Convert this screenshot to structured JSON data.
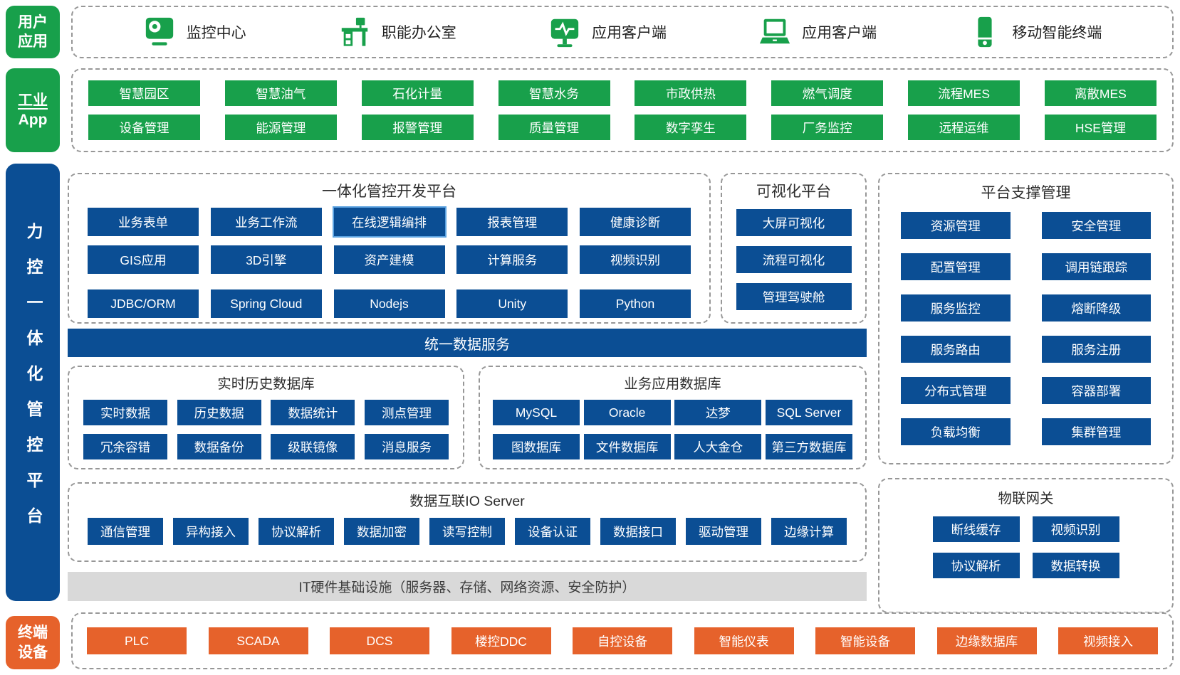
{
  "colors": {
    "green": "#18a04b",
    "blue": "#0b4e94",
    "orange": "#e6622b",
    "gray": "#d9d9d9",
    "dash": "#979797",
    "highlight": "#5ba2e0",
    "text_dark": "#2d2d2d"
  },
  "badges": {
    "user_line1": "用户",
    "user_line2": "应用",
    "industry_line1": "工业",
    "industry_line2": "App",
    "platform_vertical": "力控一体化管控平台",
    "terminal_line1": "终端",
    "terminal_line2": "设备"
  },
  "user_apps": {
    "items": [
      {
        "icon": "monitor-camera-icon",
        "label": "监控中心"
      },
      {
        "icon": "office-desk-icon",
        "label": "职能办公室"
      },
      {
        "icon": "monitor-pulse-icon",
        "label": "应用客户端"
      },
      {
        "icon": "laptop-icon",
        "label": "应用客户端"
      },
      {
        "icon": "smartphone-icon",
        "label": "移动智能终端"
      }
    ]
  },
  "industry_apps": {
    "row1": [
      "智慧园区",
      "智慧油气",
      "石化计量",
      "智慧水务",
      "市政供热",
      "燃气调度",
      "流程MES",
      "离散MES"
    ],
    "row2": [
      "设备管理",
      "能源管理",
      "报警管理",
      "质量管理",
      "数字孪生",
      "厂务监控",
      "远程运维",
      "HSE管理"
    ]
  },
  "dev_platform": {
    "title": "一体化管控开发平台",
    "row1": [
      "业务表单",
      "业务工作流",
      "在线逻辑编排",
      "报表管理",
      "健康诊断"
    ],
    "row2": [
      "GIS应用",
      "3D引擎",
      "资产建模",
      "计算服务",
      "视频识别"
    ],
    "row3": [
      "JDBC/ORM",
      "Spring Cloud",
      "Nodejs",
      "Unity",
      "Python"
    ]
  },
  "visualization": {
    "title": "可视化平台",
    "items": [
      "大屏可视化",
      "流程可视化",
      "管理驾驶舱"
    ]
  },
  "support": {
    "title": "平台支撑管理",
    "items": [
      "资源管理",
      "安全管理",
      "配置管理",
      "调用链跟踪",
      "服务监控",
      "熔断降级",
      "服务路由",
      "服务注册",
      "分布式管理",
      "容器部署",
      "负载均衡",
      "集群管理"
    ]
  },
  "unified_data_service": "统一数据服务",
  "realtime_db": {
    "title": "实时历史数据库",
    "row1": [
      "实时数据",
      "历史数据",
      "数据统计",
      "测点管理"
    ],
    "row2": [
      "冗余容错",
      "数据备份",
      "级联镜像",
      "消息服务"
    ]
  },
  "business_db": {
    "title": "业务应用数据库",
    "row1": [
      "MySQL",
      "Oracle",
      "达梦",
      "SQL Server"
    ],
    "row2": [
      "图数据库",
      "文件数据库",
      "人大金仓",
      "第三方数据库"
    ]
  },
  "io_server": {
    "title": "数据互联IO Server",
    "items": [
      "通信管理",
      "异构接入",
      "协议解析",
      "数据加密",
      "读写控制",
      "设备认证",
      "数据接口",
      "驱动管理",
      "边缘计算"
    ]
  },
  "iot_gateway": {
    "title": "物联网关",
    "items": [
      "断线缓存",
      "视频识别",
      "协议解析",
      "数据转换"
    ]
  },
  "it_infra": "IT硬件基础设施（服务器、存储、网络资源、安全防护）",
  "terminal_devices": {
    "items": [
      "PLC",
      "SCADA",
      "DCS",
      "楼控DDC",
      "自控设备",
      "智能仪表",
      "智能设备",
      "边缘数据库",
      "视频接入"
    ]
  }
}
